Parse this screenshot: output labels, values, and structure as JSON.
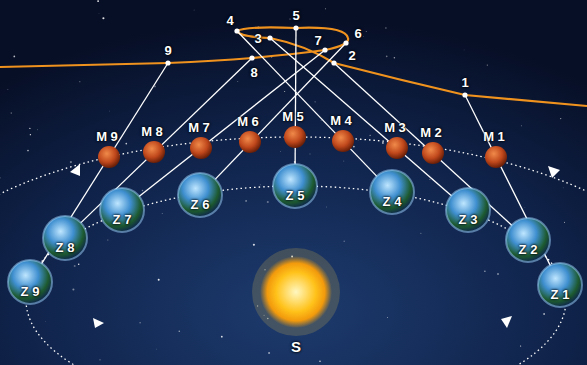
{
  "diagram": {
    "labels": [
      "1",
      "2",
      "3",
      "4",
      "5",
      "6",
      "7",
      "8",
      "9",
      "M 1",
      "M 2",
      "M 3",
      "M 4",
      "M 5",
      "M 6",
      "M 7",
      "M 8",
      "M 9",
      "Z 1",
      "Z 2",
      "Z 3",
      "Z 4",
      "Z 5",
      "Z 6",
      "Z 7",
      "Z 8",
      "Z 9",
      "S"
    ]
  }
}
